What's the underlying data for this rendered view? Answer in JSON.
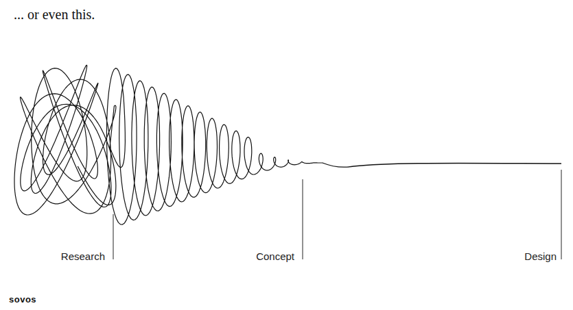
{
  "diagram": {
    "title": "... or even this.",
    "labels": [
      "Research",
      "Concept",
      "Design",
      "sovos"
    ]
  }
}
